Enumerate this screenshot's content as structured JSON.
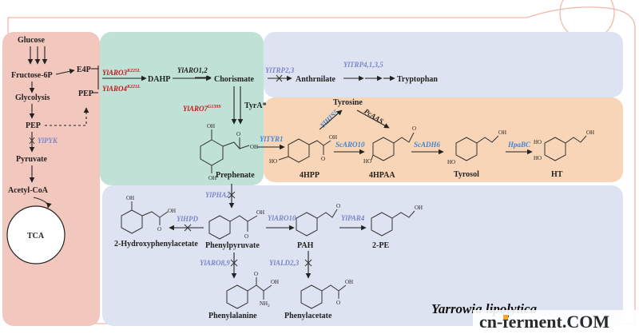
{
  "organism": "Yarrowia lipolytica",
  "watermark": "cn-ferment.COM",
  "colors": {
    "pink_region": "#f2c7bd",
    "teal_region": "#bfe1d6",
    "blue_region": "#dde3f1",
    "orange_region": "#f8d5b6",
    "enzyme_native": "#7b86c9",
    "enzyme_heterologous": "#3d86d6",
    "enzyme_mutant": "#c8171c"
  },
  "nodes": {
    "glucose": "Glucose",
    "fructose": "Fructose-6P",
    "e4p": "E4P",
    "glycolysis": "Glycolysis",
    "pep_top": "PEP",
    "pep": "PEP",
    "pyruvate": "Pyruvate",
    "acetylcoa": "Acetyl-CoA",
    "tca": "TCA",
    "dahp": "DAHP",
    "chorismate": "Chorismate",
    "anthranilate": "Anthrnilate",
    "tryptophan": "Tryptophan",
    "tyrosine": "Tyrosine",
    "tyra": "TyrA*",
    "prephenate": "Prephenate",
    "hpp": "4HPP",
    "hpaa": "4HPAA",
    "tyrosol": "Tyrosol",
    "ht": "HT",
    "hydroxyphenylacetate": "2-Hydroxyphenylacetate",
    "phenylpyruvate": "Phenylpyruvate",
    "pah": "PAH",
    "pe": "2-PE",
    "phenylalanine": "Phenylalanine",
    "phenylacetate": "Phenylacetate"
  },
  "enzymes": {
    "aro3": {
      "name": "YlARO3",
      "sup": "K225L"
    },
    "aro4": {
      "name": "YlARO4",
      "sup": "K221L"
    },
    "aro12": "YlARO1,2",
    "trp23": "YlTRP2,3",
    "trp135": "YlTRP4,1,3,5",
    "aro7": {
      "name": "YlARO7",
      "sup": "G139S"
    },
    "his5": "YlHIS5",
    "pcaas": "PcAAS",
    "tyr1": "YlTYR1",
    "scaro10": "ScARO10",
    "scadh6": "ScADH6",
    "hpabc": "HpaBC",
    "pyk": "YlPYK",
    "pha2": "YlPHA2",
    "hpd": "YlHPD",
    "ylaro10": "YlARO10",
    "par4": "YlPAR4",
    "aro89": "YlARO8,9",
    "ald23": "YlALD2,3"
  },
  "atoms": {
    "oh": "OH",
    "ho": "HO",
    "o": "O",
    "nh2": "NH",
    "nh2_sub": "2"
  }
}
